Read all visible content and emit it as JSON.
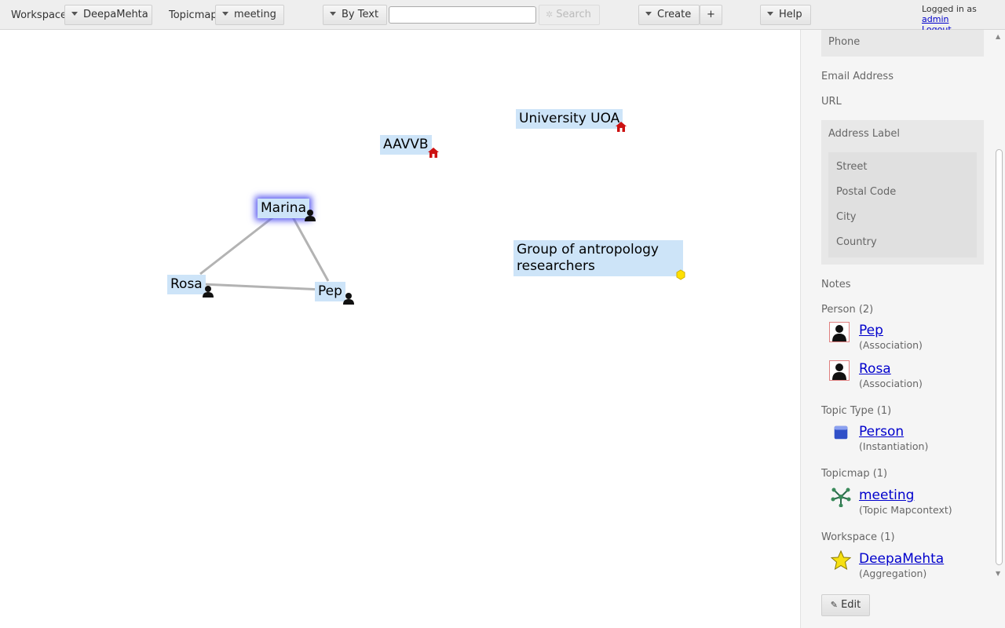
{
  "toolbar": {
    "workspace_label": "Workspace",
    "workspace_value": "DeepaMehta",
    "topicmap_label": "Topicmap",
    "topicmap_value": "meeting",
    "search_mode": "By Text",
    "search_value": "",
    "search_button": "Search",
    "create_button": "Create",
    "plus_button": "+",
    "help_button": "Help"
  },
  "login": {
    "prefix": "Logged in as",
    "user": "admin",
    "logout": "Logout"
  },
  "topicmap": {
    "topics": [
      {
        "label": "University UOA",
        "icon": "institution-icon"
      },
      {
        "label": "AAVVB",
        "icon": "institution-icon"
      },
      {
        "label": "Marina",
        "icon": "person-icon",
        "selected": true
      },
      {
        "label": "Rosa",
        "icon": "person-icon"
      },
      {
        "label": "Pep",
        "icon": "person-icon"
      },
      {
        "label": "Group of antropology researchers",
        "icon": "group-icon"
      }
    ]
  },
  "panel": {
    "fields": {
      "phone": "Phone",
      "email": "Email Address",
      "url": "URL",
      "address_label": "Address Label",
      "street": "Street",
      "postal_code": "Postal Code",
      "city": "City",
      "country": "Country",
      "notes": "Notes"
    },
    "related": {
      "person_title": "Person (2)",
      "persons": [
        {
          "name": "Pep",
          "type": "(Association)"
        },
        {
          "name": "Rosa",
          "type": "(Association)"
        }
      ],
      "topic_type_title": "Topic Type (1)",
      "topic_type": {
        "name": "Person",
        "type": "(Instantiation)"
      },
      "topicmap_title": "Topicmap (1)",
      "topicmap": {
        "name": "meeting",
        "type": "(Topic Mapcontext)"
      },
      "workspace_title": "Workspace (1)",
      "workspace": {
        "name": "DeepaMehta",
        "type": "(Aggregation)"
      }
    },
    "edit_button": "Edit"
  },
  "colors": {
    "topic_bg": "#cde4f8",
    "link": "#0000cc",
    "association_line": "#b3b3b3",
    "selection_glow": "#5a5af0"
  }
}
